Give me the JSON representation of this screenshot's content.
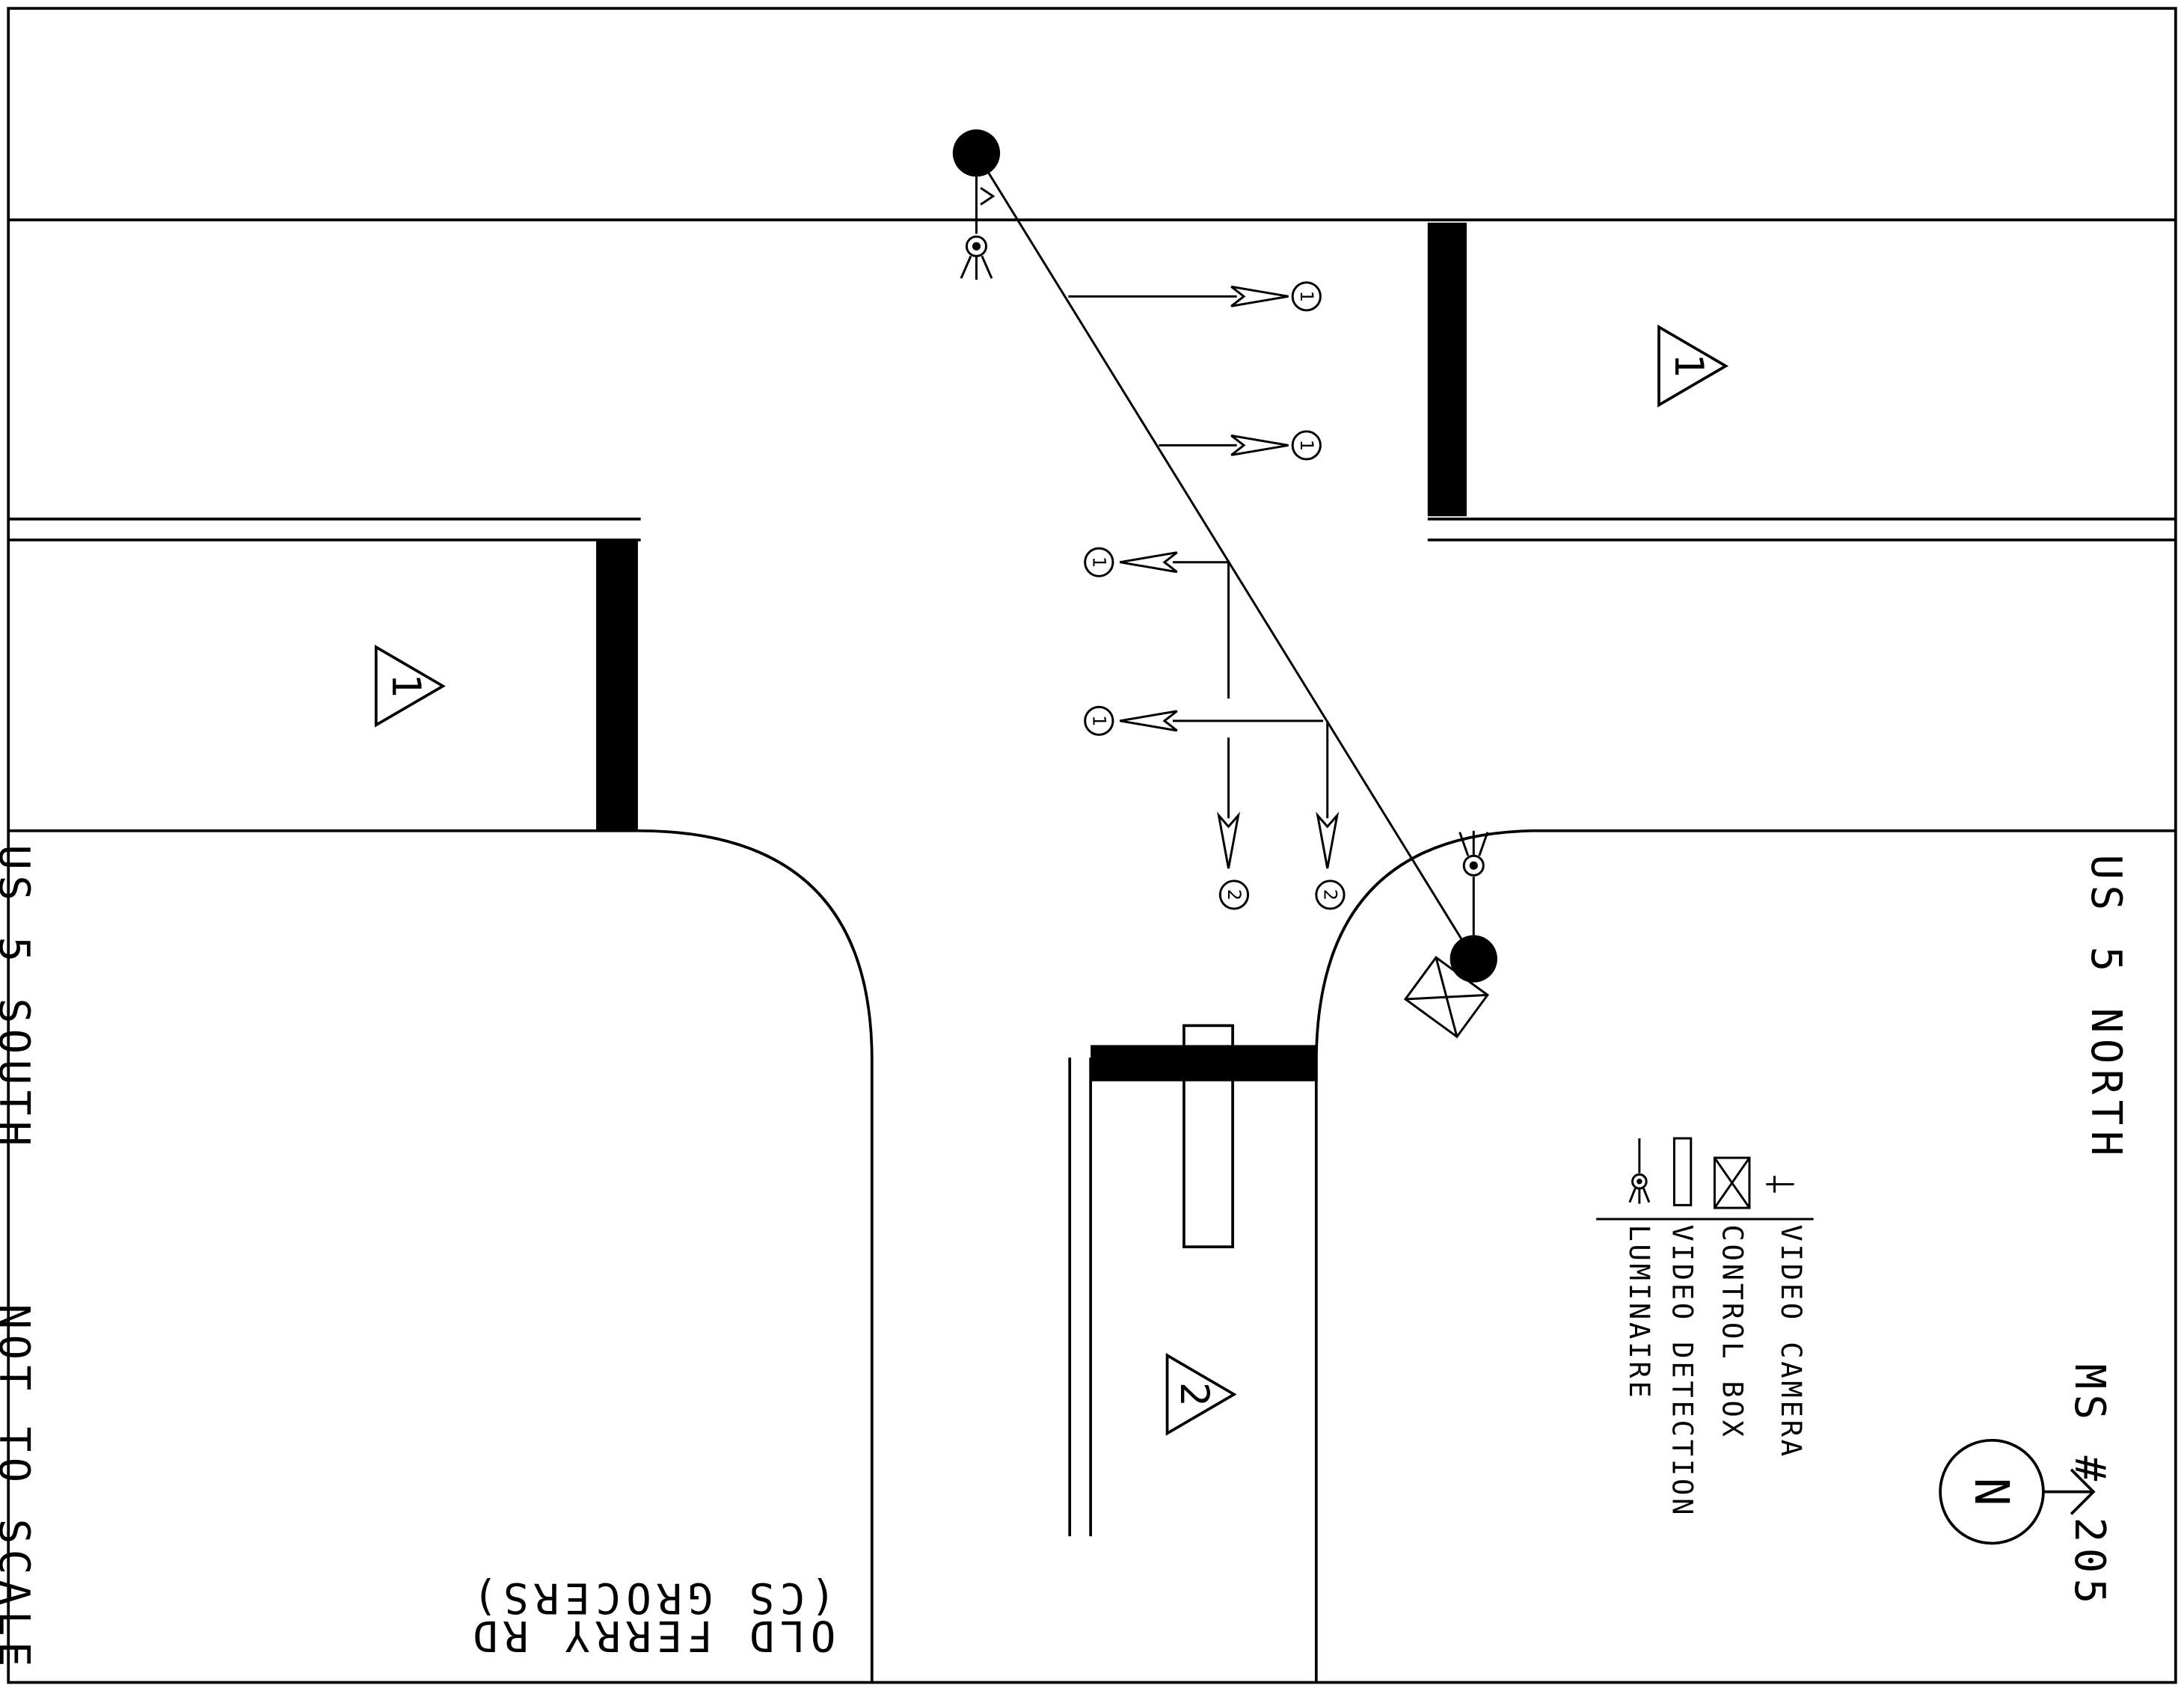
{
  "labels": {
    "road_west": "US 5 SOUTH",
    "road_east": "US 5 NORTH",
    "road_south_line1": "OLD FERRY RD",
    "road_south_line2": "(CS GROCERS)",
    "scale_note": "NOT TO SCALE",
    "site_id": "MS # 205",
    "north": "N"
  },
  "legend": {
    "items": [
      {
        "label": "VIDEO CAMERA",
        "icon": "video-camera-icon"
      },
      {
        "label": "CONTROL BOX",
        "icon": "control-box-icon"
      },
      {
        "label": "VIDEO DETECTION",
        "icon": "video-detection-icon"
      },
      {
        "label": "LUMINAIRE",
        "icon": "luminaire-icon"
      }
    ]
  },
  "approaches": {
    "east": "1",
    "west": "1",
    "south": "2"
  },
  "phases": {
    "eb_upper": "1",
    "eb_lower": "1",
    "wb_upper": "1",
    "wb_lower": "1",
    "nb_left": "2",
    "nb_right": "2"
  }
}
